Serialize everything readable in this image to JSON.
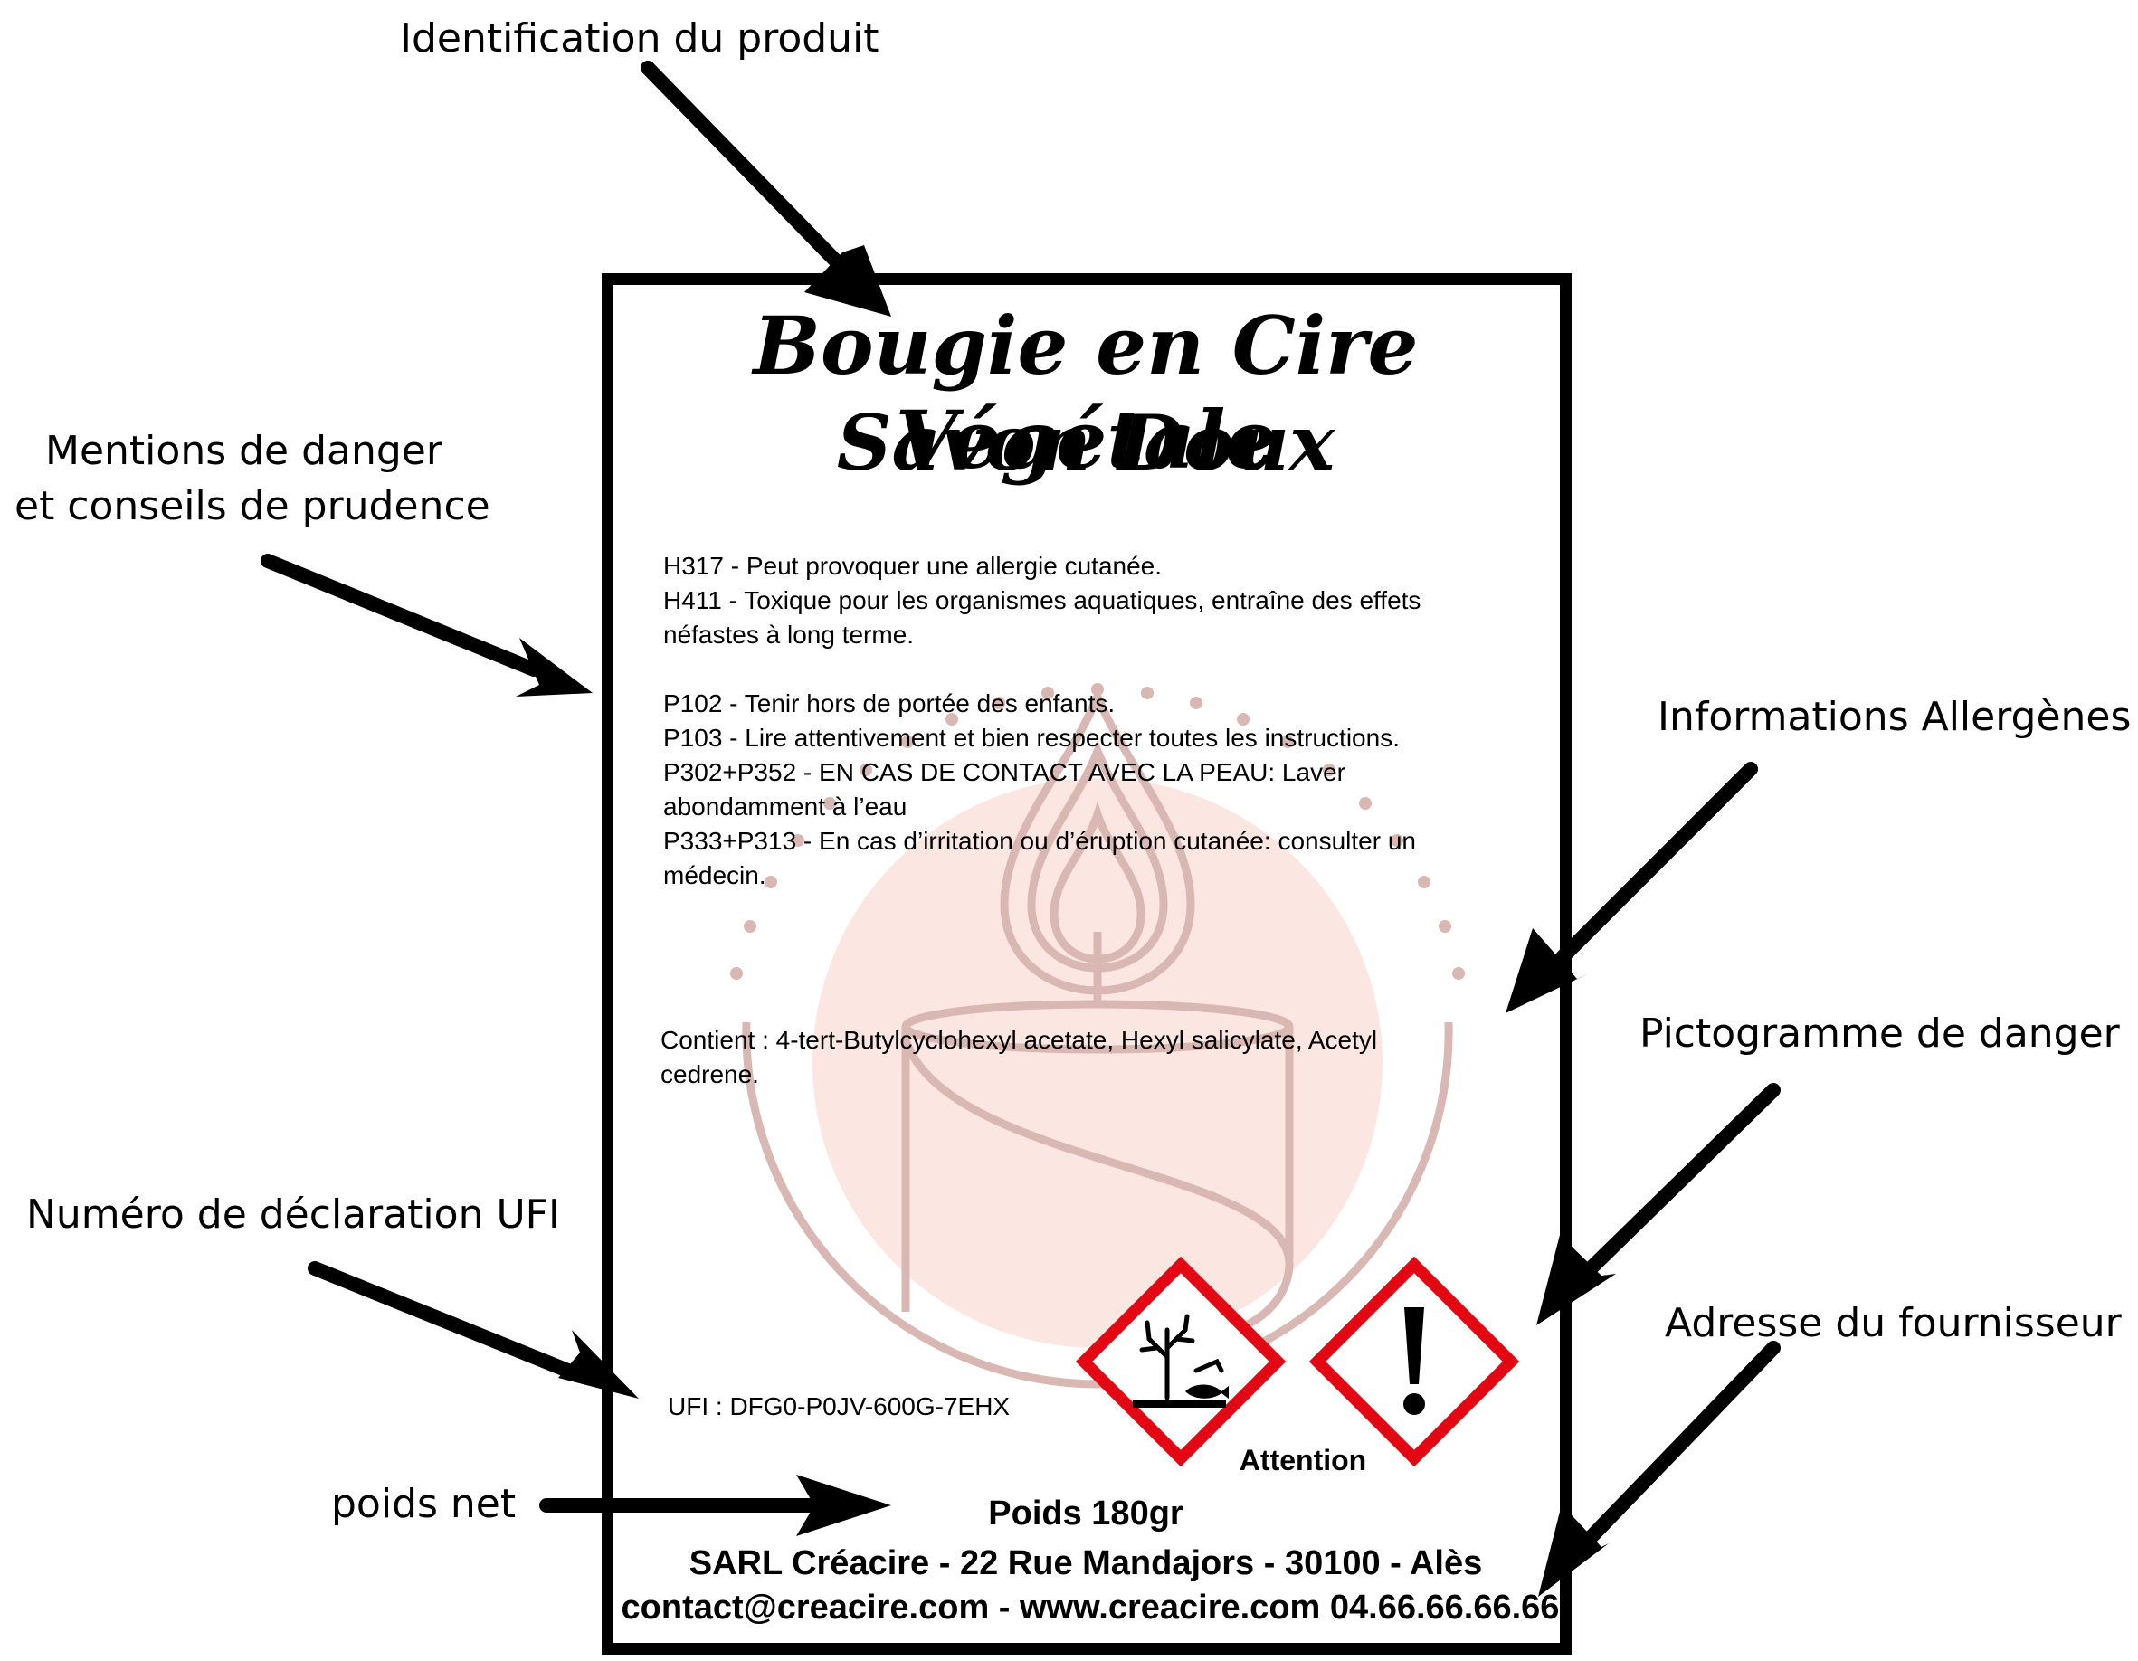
{
  "callouts": {
    "product_id": "Identification du produit",
    "hazard_line1": "Mentions de danger",
    "hazard_line2": "et conseils de prudence",
    "allergens": "Informations Allergènes",
    "pictogram": "Pictogramme de danger",
    "ufi": "Numéro de déclaration UFI",
    "supplier": "Adresse du fournisseur",
    "weight": "poids net"
  },
  "label": {
    "title_line1": "Bougie en Cire Végétale",
    "title_line2": "Savon Doux",
    "hazard_statements": [
      "H317 - Peut provoquer une allergie cutanée.",
      "H411 - Toxique pour les organismes aquatiques, entraîne des effets",
      "néfastes à long terme."
    ],
    "precautionary_statements": [
      "P102 - Tenir hors de portée des enfants.",
      "P103 - Lire attentivement et bien respecter toutes les instructions.",
      "P302+P352 - EN CAS DE CONTACT AVEC LA PEAU: Laver",
      "abondamment à l’eau",
      "P333+P313 - En cas d’irritation ou d’éruption cutanée: consulter un",
      "médecin."
    ],
    "contains_line1": "Contient : 4-tert-Butylcyclohexyl acetate, Hexyl salicylate, Acetyl",
    "contains_line2": "cedrene.",
    "ufi": "UFI : DFG0-P0JV-600G-7EHX",
    "signal_word": "Attention",
    "weight": "Poids 180gr",
    "address": "SARL Créacire - 22 Rue Mandajors - 30100 - Alès",
    "contact": "contact@creacire.com - www.creacire.com 04.66.66.66.66"
  },
  "pictograms": [
    {
      "name": "environment-hazard-pictogram",
      "symbol": "dead-tree-and-fish"
    },
    {
      "name": "exclamation-hazard-pictogram",
      "symbol": "exclamation-mark"
    }
  ],
  "colors": {
    "pictogram_border": "#e30613",
    "watermark_line": "#d9b8b3",
    "watermark_fill": "#fbe6e2"
  }
}
